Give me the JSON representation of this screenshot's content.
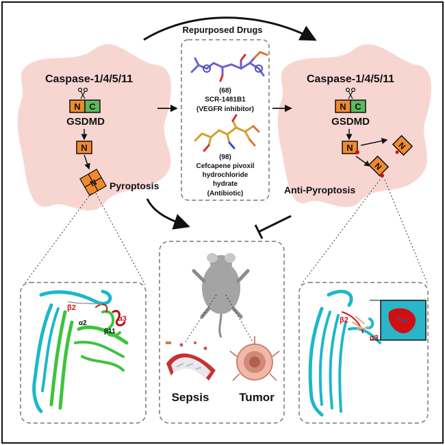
{
  "top_arrow": {
    "label": "Repurposed Drugs"
  },
  "left_cell": {
    "enzyme": "Caspase-1/4/5/11",
    "protein": "GSDMD",
    "domain_n": "N",
    "domain_c": "C",
    "oligomer_n": "N",
    "outcome": "Pyroptosis"
  },
  "right_cell": {
    "enzyme": "Caspase-1/4/5/11",
    "protein": "GSDMD",
    "domain_n": "N",
    "domain_c": "C",
    "outcome": "Anti-Pyroptosis"
  },
  "drugs": [
    {
      "number": "(68)",
      "name": "SCR-1481B1",
      "class": "(VEGFR inhibitor)"
    },
    {
      "number": "(98)",
      "name_line1": "Cefcapene pivoxil",
      "name_line2": "hydrochloride",
      "name_line3": "hydrate",
      "class": "(Antibiotic)"
    }
  ],
  "left_structure_labels": {
    "b2": "β2",
    "a3": "α3",
    "a2": "α2",
    "b11": "β11"
  },
  "right_structure_labels": {
    "b2": "β2",
    "a3": "α3"
  },
  "disease_labels": {
    "sepsis": "Sepsis",
    "tumor": "Tumor"
  },
  "colors": {
    "cell": "#f7d6d2",
    "domain_n": "#f08a2e",
    "domain_c": "#5cb85c",
    "helix_cyan": "#1bb8c8",
    "helix_green": "#3cc43c",
    "accent_red": "#d01010"
  }
}
